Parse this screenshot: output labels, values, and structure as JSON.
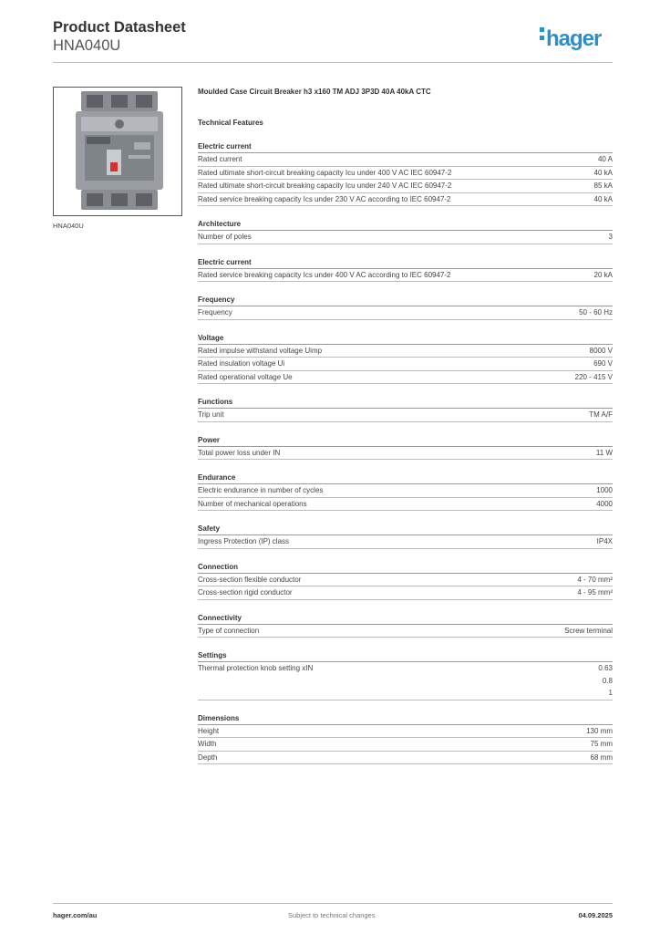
{
  "header": {
    "title": "Product Datasheet",
    "subtitle": "HNA040U",
    "logo_text": "hager"
  },
  "image_caption": "HNA040U",
  "product_name": "Moulded Case Circuit Breaker h3 x160 TM ADJ 3P3D  40A 40kA CTC",
  "technical_features_title": "Technical Features",
  "sections": [
    {
      "title": "Electric current",
      "rows": [
        {
          "label": "Rated current",
          "values": [
            "40 A"
          ]
        },
        {
          "label": "Rated ultimate short-circuit breaking capacity Icu under 400 V AC IEC 60947-2",
          "values": [
            "40 kA"
          ]
        },
        {
          "label": "Rated ultimate short-circuit breaking capacity Icu under 240 V AC IEC 60947-2",
          "values": [
            "85 kA"
          ]
        },
        {
          "label": "Rated service breaking capacity Ics under 230 V AC according to IEC 60947-2",
          "values": [
            "40 kA"
          ]
        }
      ]
    },
    {
      "title": "Architecture",
      "rows": [
        {
          "label": "Number of poles",
          "values": [
            "3"
          ]
        }
      ]
    },
    {
      "title": "Electric current",
      "rows": [
        {
          "label": "Rated service breaking capacity Ics under 400 V AC according to IEC 60947-2",
          "values": [
            "20 kA"
          ]
        }
      ]
    },
    {
      "title": "Frequency",
      "rows": [
        {
          "label": "Frequency",
          "values": [
            "50 - 60 Hz"
          ]
        }
      ]
    },
    {
      "title": "Voltage",
      "rows": [
        {
          "label": "Rated impulse withstand voltage Uimp",
          "values": [
            "8000 V"
          ]
        },
        {
          "label": "Rated insulation voltage Ui",
          "values": [
            "690 V"
          ]
        },
        {
          "label": "Rated operational voltage Ue",
          "values": [
            "220 - 415 V"
          ]
        }
      ]
    },
    {
      "title": "Functions",
      "rows": [
        {
          "label": "Trip unit",
          "values": [
            "TM A/F"
          ]
        }
      ]
    },
    {
      "title": "Power",
      "rows": [
        {
          "label": "Total power loss under IN",
          "values": [
            "11 W"
          ]
        }
      ]
    },
    {
      "title": "Endurance",
      "rows": [
        {
          "label": "Electric endurance in number of cycles",
          "values": [
            "1000"
          ]
        },
        {
          "label": "Number of mechanical operations",
          "values": [
            "4000"
          ]
        }
      ]
    },
    {
      "title": "Safety",
      "rows": [
        {
          "label": "Ingress Protection (IP) class",
          "values": [
            "IP4X"
          ]
        }
      ]
    },
    {
      "title": "Connection",
      "rows": [
        {
          "label": "Cross-section flexible conductor",
          "values": [
            "4 - 70 mm²"
          ]
        },
        {
          "label": "Cross-section rigid conductor",
          "values": [
            "4 - 95 mm²"
          ]
        }
      ]
    },
    {
      "title": "Connectivity",
      "rows": [
        {
          "label": "Type of connection",
          "values": [
            "Screw terminal"
          ]
        }
      ]
    },
    {
      "title": "Settings",
      "rows": [
        {
          "label": "Thermal protection knob setting xIN",
          "values": [
            "0.63",
            "0.8",
            "1"
          ]
        }
      ]
    },
    {
      "title": "Dimensions",
      "rows": [
        {
          "label": "Height",
          "values": [
            "130 mm"
          ]
        },
        {
          "label": "Width",
          "values": [
            "75 mm"
          ]
        },
        {
          "label": "Depth",
          "values": [
            "68 mm"
          ]
        }
      ]
    }
  ],
  "footer": {
    "website": "hager.com/au",
    "notice": "Subject to technical changes",
    "date": "04.09.2025"
  },
  "colors": {
    "brand": "#2b8fce",
    "text": "#333333",
    "rule": "#bdbdbd"
  }
}
